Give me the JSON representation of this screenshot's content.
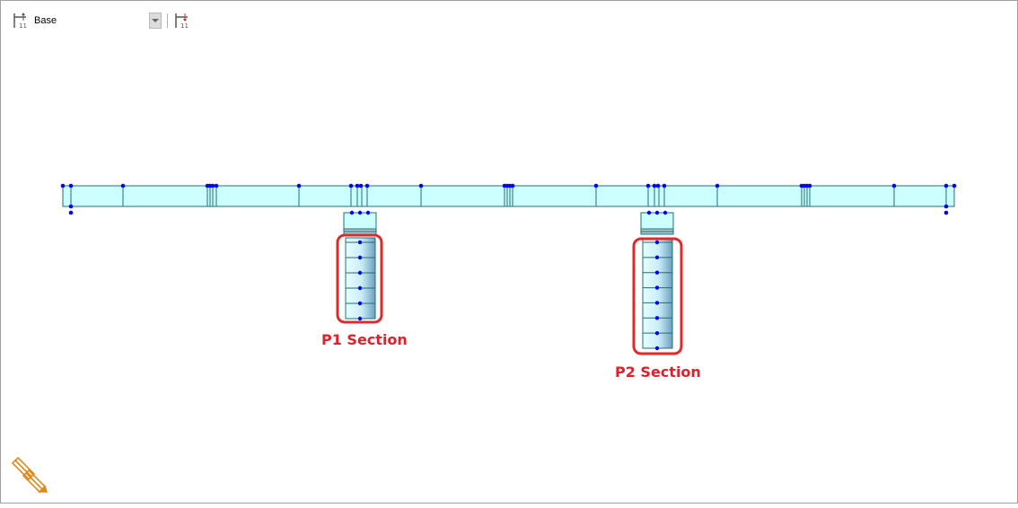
{
  "toolbar": {
    "left_icon": "story-level-icon",
    "story_value": "Base",
    "right_icon": "story-level-down-icon"
  },
  "model": {
    "deck_color": "#ccffff",
    "line_color": "#1f6f78",
    "node_color": "#0000ff",
    "highlight_color": "#e02a2a"
  },
  "labels": {
    "p1": "P1 Section",
    "p2": "P2 Section"
  },
  "corner_icon": "pencil-edit-icon"
}
